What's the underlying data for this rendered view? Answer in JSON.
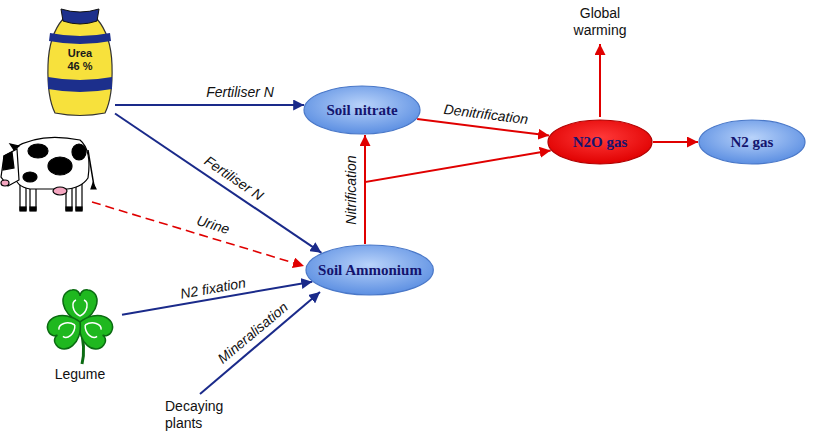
{
  "diagram": {
    "nodes": [
      {
        "text": [
          "Urea 46 %"
        ]
      },
      {
        "text": [
          "Soil nitrate"
        ]
      },
      {
        "text": [
          "N2O gas"
        ]
      },
      {
        "text": [
          "N2 gas"
        ]
      },
      {
        "text": [
          "Soil Ammonium"
        ]
      },
      {
        "text": [
          "Legume"
        ]
      }
    ],
    "edges": [
      {
        "from": 0,
        "to": 1,
        "label": "Fertiliser N",
        "arrow": "to"
      },
      {
        "from": 0,
        "to": 4,
        "label": "Fertiliser N",
        "arrow": "to"
      },
      {
        "from": 5,
        "to": 4,
        "label": "N2 fixation",
        "arrow": "to"
      },
      {
        "from": 4,
        "to": 1,
        "label": "Nitrification",
        "arrow": "to"
      },
      {
        "from": 4,
        "to": 2,
        "arrow": "to"
      },
      {
        "from": 1,
        "to": 2,
        "label": "Denitrification",
        "arrow": "to"
      },
      {
        "from": 2,
        "to": 3,
        "arrow": "to"
      }
    ],
    "labels": [
      "Global warming",
      "Urine",
      "Mineralisation",
      "Decaying plants"
    ]
  }
}
